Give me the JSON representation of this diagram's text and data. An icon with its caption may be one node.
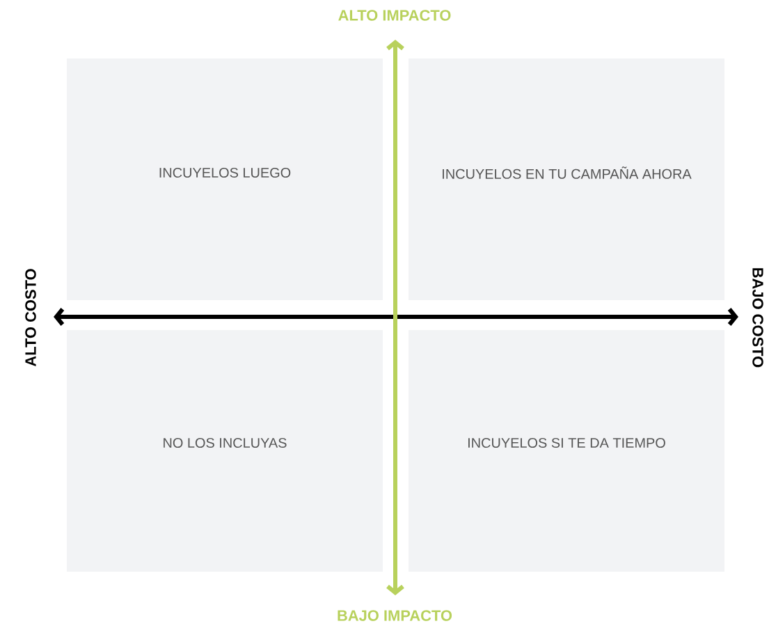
{
  "diagram": {
    "nodes": [
      {
        "text": [
          "INCUYELOS LUEGO"
        ]
      },
      {
        "text": [
          "INCUYELOS EN TU CAMPAÑA AHORA"
        ]
      },
      {
        "text": [
          "NO LOS INCLUYAS"
        ]
      },
      {
        "text": [
          "INCUYELOS SI TE DA TIEMPO"
        ]
      }
    ],
    "labels": [
      "ALTO IMPACTO",
      "ALTO COSTO",
      "BAJO COSTO",
      "BAJO IMPACTO"
    ]
  }
}
